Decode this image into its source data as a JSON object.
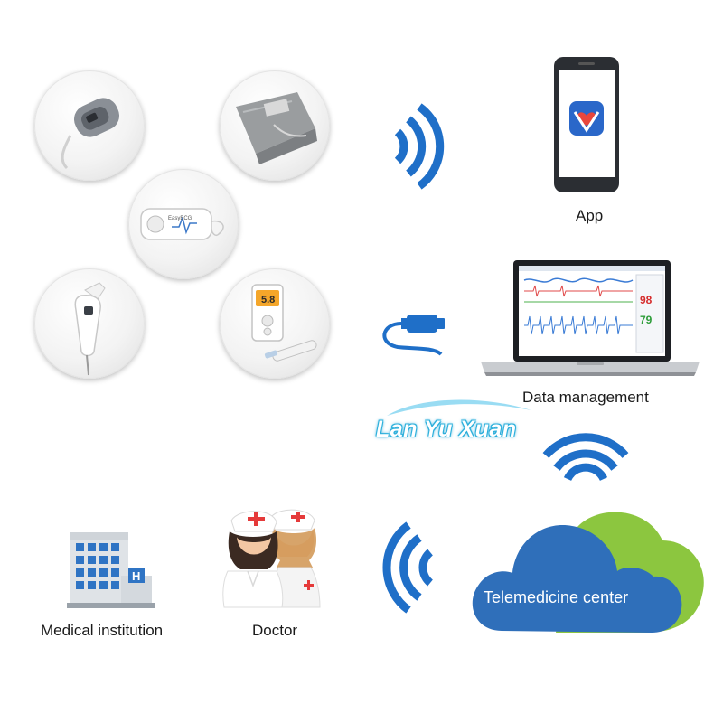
{
  "labels": {
    "app": "App",
    "data_management": "Data management",
    "telemedicine_center": "Telemedicine center",
    "medical_institution": "Medical institution",
    "doctor": "Doctor"
  },
  "watermark": "Lan Yu Xuan",
  "device_texts": {
    "ecg_brand": "EasyECG",
    "glucose_value": "5.8"
  },
  "monitor_readings": [
    "98",
    "79"
  ],
  "hospital_sign": "H",
  "colors": {
    "signal_blue": "#1f6fc8",
    "cloud_blue": "#2f6fba",
    "cloud_green": "#8cc63f",
    "app_icon": "#2a67c9",
    "heart_red": "#e8463c"
  }
}
